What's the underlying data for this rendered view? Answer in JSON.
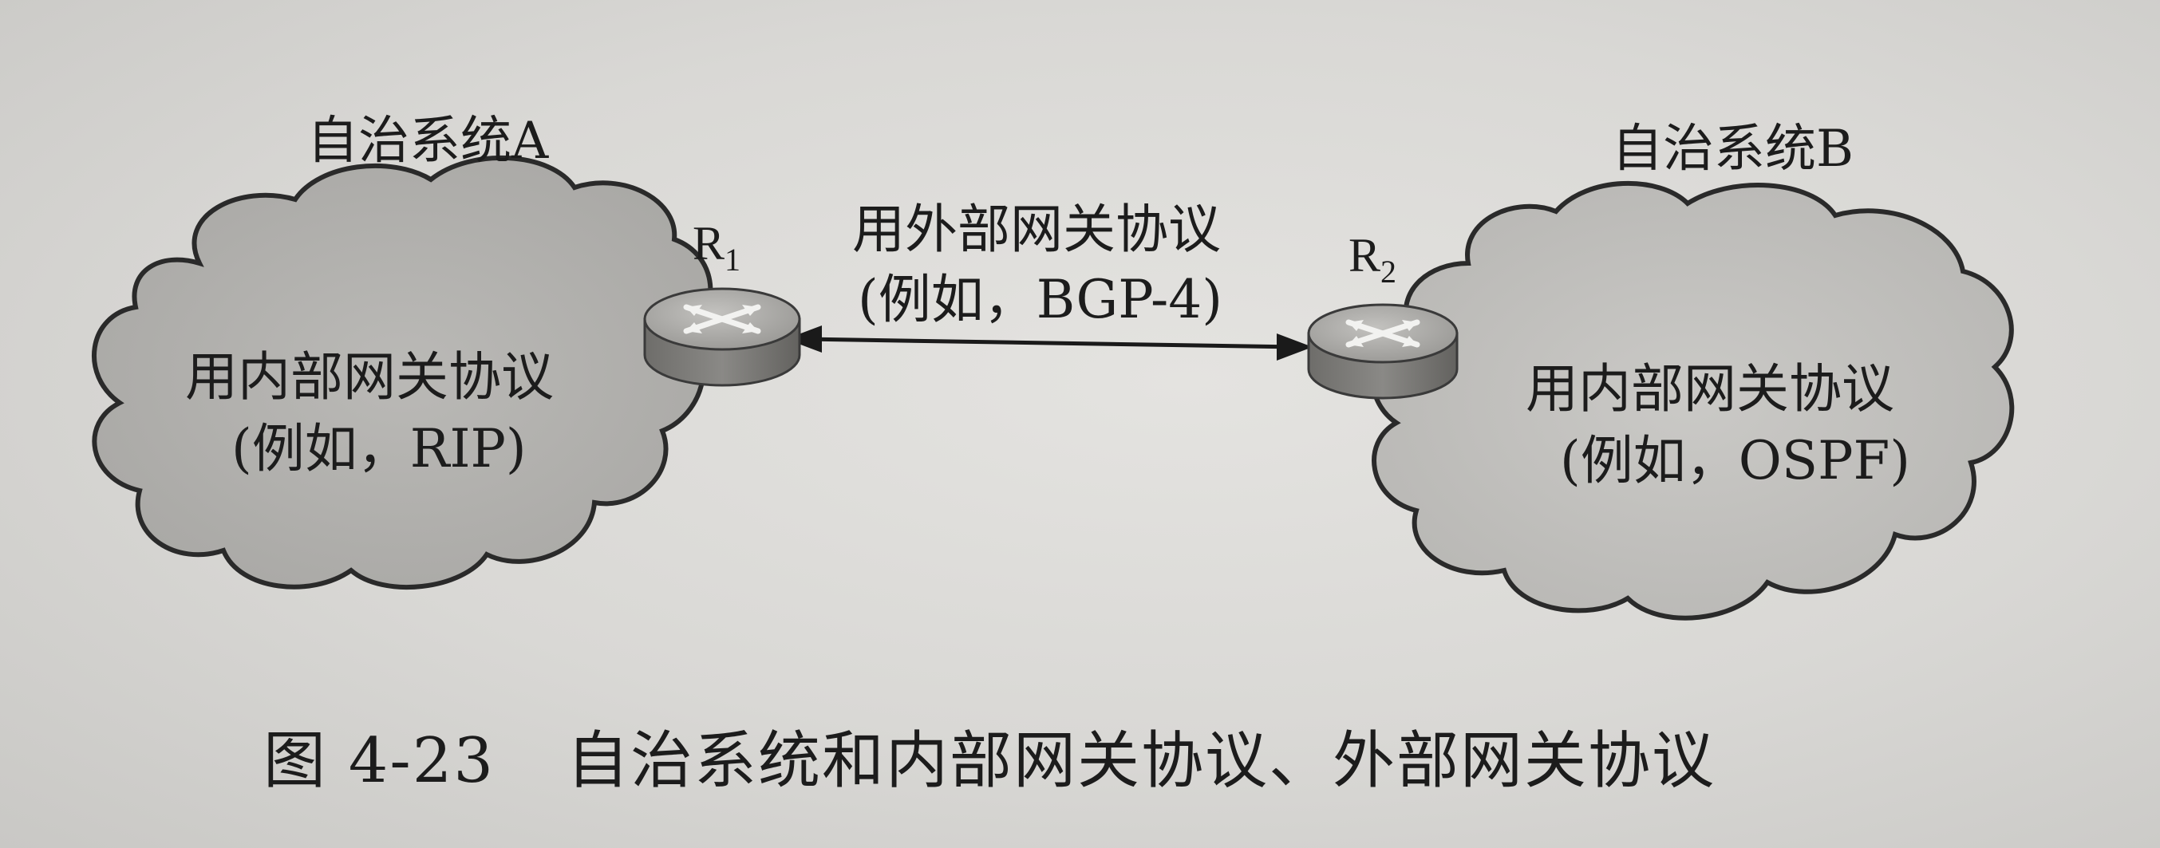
{
  "as_a": {
    "title": "自治系统A",
    "protocol_line1": "用内部网关协议",
    "protocol_line2": "(例如，RIP)"
  },
  "as_b": {
    "title": "自治系统B",
    "protocol_line1": "用内部网关协议",
    "protocol_line2": "(例如，OSPF)"
  },
  "router_1": {
    "name": "R",
    "subscript": "1"
  },
  "router_2": {
    "name": "R",
    "subscript": "2"
  },
  "link": {
    "line1": "用外部网关协议",
    "line2": "(例如，BGP-4)"
  },
  "caption": {
    "figure_number": "图 4-23",
    "text": "自治系统和内部网关协议、外部网关协议"
  },
  "colors": {
    "cloud_a": "#b3b2af",
    "cloud_b": "#c2c1be",
    "router_top": "#a9a8a6",
    "router_side": "#777673"
  }
}
